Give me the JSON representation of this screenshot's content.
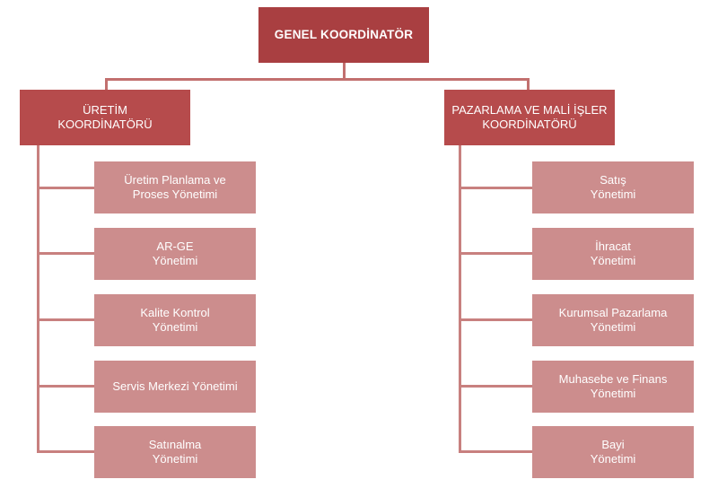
{
  "chart_data": {
    "type": "diagram",
    "diagram_kind": "organizational-chart",
    "title": "",
    "language": "tr",
    "colors": {
      "root_fill": "#A93F41",
      "level1_fill": "#B64B4C",
      "level2_fill": "#CC8D8D",
      "connector": "#C2706F",
      "text": "#FFFFFF",
      "background": "#FFFFFF"
    },
    "nodes": [
      {
        "id": "root",
        "label": "GENEL KOORDİNATÖR",
        "level": 0,
        "parent": null
      },
      {
        "id": "uretim",
        "label": "ÜRETİM\nKOORDİNATÖRÜ",
        "level": 1,
        "parent": "root"
      },
      {
        "id": "pazarlama",
        "label": "PAZARLAMA VE MALİ İŞLER\nKOORDİNATÖRÜ",
        "level": 1,
        "parent": "root"
      },
      {
        "id": "uretim-planlama",
        "label": "Üretim Planlama ve\nProses Yönetimi",
        "level": 2,
        "parent": "uretim"
      },
      {
        "id": "ar-ge",
        "label": "AR-GE\nYönetimi",
        "level": 2,
        "parent": "uretim"
      },
      {
        "id": "kalite-kontrol",
        "label": "Kalite Kontrol\nYönetimi",
        "level": 2,
        "parent": "uretim"
      },
      {
        "id": "servis-merkezi",
        "label": "Servis Merkezi Yönetimi",
        "level": 2,
        "parent": "uretim"
      },
      {
        "id": "satinalma",
        "label": "Satınalma\nYönetimi",
        "level": 2,
        "parent": "uretim"
      },
      {
        "id": "satis",
        "label": "Satış\nYönetimi",
        "level": 2,
        "parent": "pazarlama"
      },
      {
        "id": "ihracat",
        "label": "İhracat\nYönetimi",
        "level": 2,
        "parent": "pazarlama"
      },
      {
        "id": "kurumsal-pazarlama",
        "label": "Kurumsal Pazarlama\nYönetimi",
        "level": 2,
        "parent": "pazarlama"
      },
      {
        "id": "muhasebe-finans",
        "label": "Muhasebe ve Finans\nYönetimi",
        "level": 2,
        "parent": "pazarlama"
      },
      {
        "id": "bayi",
        "label": "Bayi\nYönetimi",
        "level": 2,
        "parent": "pazarlama"
      }
    ]
  },
  "root": {
    "label": "GENEL KOORDİNATÖR"
  },
  "branches": [
    {
      "coordinator": {
        "label": "ÜRETİM\nKOORDİNATÖRÜ"
      },
      "children": [
        {
          "label": "Üretim Planlama ve\nProses Yönetimi"
        },
        {
          "label": "AR-GE\nYönetimi"
        },
        {
          "label": "Kalite Kontrol\nYönetimi"
        },
        {
          "label": "Servis Merkezi Yönetimi"
        },
        {
          "label": "Satınalma\nYönetimi"
        }
      ]
    },
    {
      "coordinator": {
        "label": "PAZARLAMA VE MALİ İŞLER\nKOORDİNATÖRÜ"
      },
      "children": [
        {
          "label": "Satış\nYönetimi"
        },
        {
          "label": "İhracat\nYönetimi"
        },
        {
          "label": "Kurumsal Pazarlama\nYönetimi"
        },
        {
          "label": "Muhasebe ve Finans\nYönetimi"
        },
        {
          "label": "Bayi\nYönetimi"
        }
      ]
    }
  ]
}
